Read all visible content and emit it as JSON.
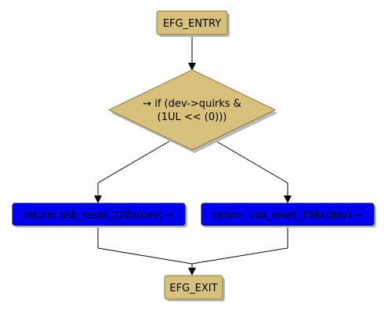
{
  "diagram": {
    "entry_label": "EFG_ENTRY",
    "condition_line1": "→ if (dev->quirks &",
    "condition_line2": "(1UL << (0)))",
    "left_action": "return: usb_reset_228x(dev) →",
    "right_action": "return: usb_reset_338x(dev) →",
    "exit_label": "EFG_EXIT"
  },
  "colors": {
    "terminal_fill": "#d6c07b",
    "terminal_stroke": "#8a7a45",
    "diamond_fill": "#d6c07b",
    "action_fill": "#0000ee",
    "action_stroke": "#000088",
    "shadow": "#b8b8b8",
    "edge": "#000000"
  }
}
